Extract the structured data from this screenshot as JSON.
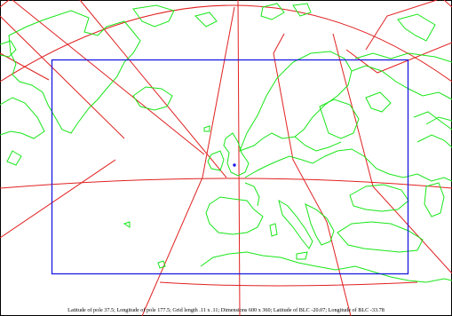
{
  "map": {
    "caption": "Latitude of pole 37.5; Longitude of pole 177.5; Grid length .11 x .11; Dimensions 600 x 360; Latitude of BLC -20.07; Longitude of BLC -33.78",
    "colors": {
      "background": "#ffffff",
      "coastline": "#19e619",
      "graticule": "#e02020",
      "domain_box": "#1a1adf",
      "frame": "#000000",
      "marker": "#1a1adf"
    },
    "layers": [
      "coastlines",
      "graticule",
      "domain-boundary",
      "reference-marker"
    ]
  }
}
